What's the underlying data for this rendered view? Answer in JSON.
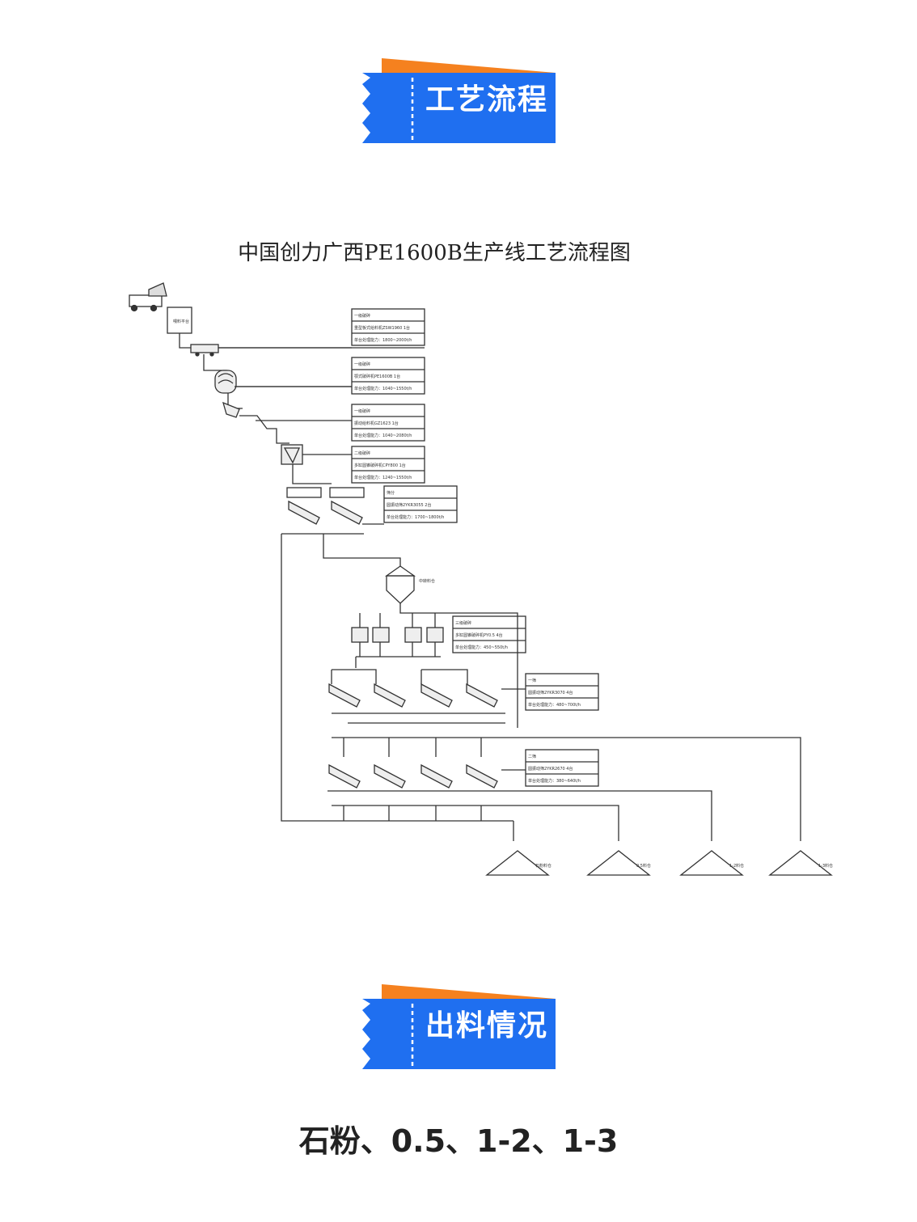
{
  "section1": {
    "title": "工艺流程"
  },
  "diagram": {
    "title": "中国创力广西PE1600B生产线工艺流程图",
    "feed_label": "喂料平台",
    "silo_label": "中转料仓",
    "stages": [
      {
        "name": "一级破碎",
        "model": "重型板式给料机ZSW1960 1台",
        "capacity": "单台处理能力：1800~2000t/h"
      },
      {
        "name": "一级破碎",
        "model": "颚式破碎机PE1600B 1台",
        "capacity": "单台处理能力：1040~1550t/h"
      },
      {
        "name": "一级破碎",
        "model": "振动给料机GZ1623 1台",
        "capacity": "单台处理能力：1040~2080t/h"
      },
      {
        "name": "二级破碎",
        "model": "多缸圆锥破碎机CPY800 1台",
        "capacity": "单台处理能力：1240~1550t/h"
      },
      {
        "name": "筛分",
        "model": "圆振动筛2YKR3055 2台",
        "capacity": "单台处理能力：1700~1800t/h"
      },
      {
        "name": "三级破碎",
        "model": "多缸圆锥破碎机PY0.5 4台",
        "capacity": "单台处理能力：450~550t/h"
      },
      {
        "name": "一筛",
        "model": "圆振动筛2YKR3070 4台",
        "capacity": "单台处理能力：480~700t/h"
      },
      {
        "name": "二筛",
        "model": "圆振动筛2YKR2670 4台",
        "capacity": "单台处理能力：380~640t/h"
      }
    ],
    "piles": [
      "石粉料仓",
      "0.5料仓",
      "1-2料仓",
      "1-3料仓"
    ]
  },
  "section2": {
    "title": "出料情况"
  },
  "output_text": "石粉、0.5、1-2、1-3",
  "colors": {
    "blue": "#1f6ff0",
    "orange": "#f5811f",
    "line": "#333333"
  }
}
